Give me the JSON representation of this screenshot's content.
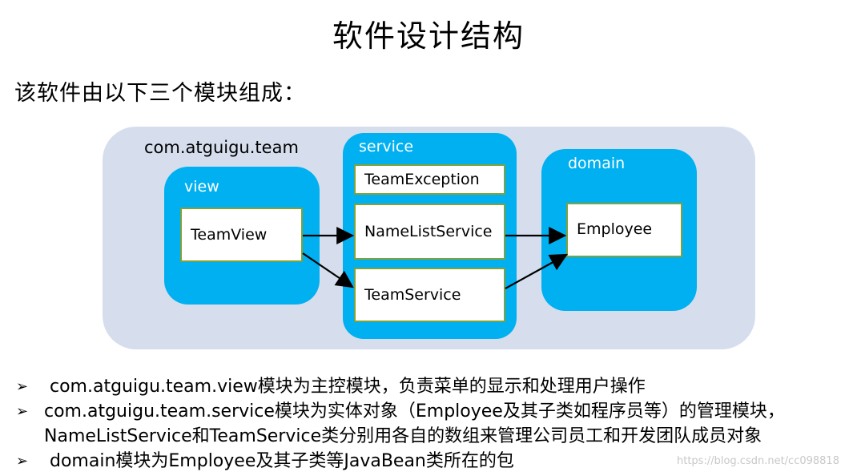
{
  "title": "软件设计结构",
  "subtitle": "该软件由以下三个模块组成：",
  "diagram": {
    "package_label": "com.atguigu.team",
    "modules": {
      "view": {
        "label": "view",
        "classes": [
          "TeamView"
        ]
      },
      "service": {
        "label": "service",
        "classes": [
          "TeamException",
          "NameListService",
          "TeamService"
        ]
      },
      "domain": {
        "label": "domain",
        "classes": [
          "Employee"
        ]
      }
    },
    "edges": [
      {
        "from": "TeamView",
        "to": "NameListService"
      },
      {
        "from": "TeamView",
        "to": "TeamService"
      },
      {
        "from": "NameListService",
        "to": "Employee"
      },
      {
        "from": "TeamService",
        "to": "Employee"
      }
    ],
    "colors": {
      "background": "#d6deee",
      "module": "#00b0f0",
      "class_border": "#7fa23a"
    }
  },
  "bullets": [
    {
      "mark": "➢",
      "lines": [
        "com.atguigu.team.view模块为主控模块，负责菜单的显示和处理用户操作"
      ]
    },
    {
      "mark": "➢",
      "lines": [
        "com.atguigu.team.service模块为实体对象（Employee及其子类如程序员等）的管理模块，",
        "NameListService和TeamService类分别用各自的数组来管理公司员工和开发团队成员对象"
      ]
    },
    {
      "mark": "➢",
      "lines": [
        "domain模块为Employee及其子类等JavaBean类所在的包"
      ]
    }
  ],
  "watermark": "https://blog.csdn.net/cc098818"
}
